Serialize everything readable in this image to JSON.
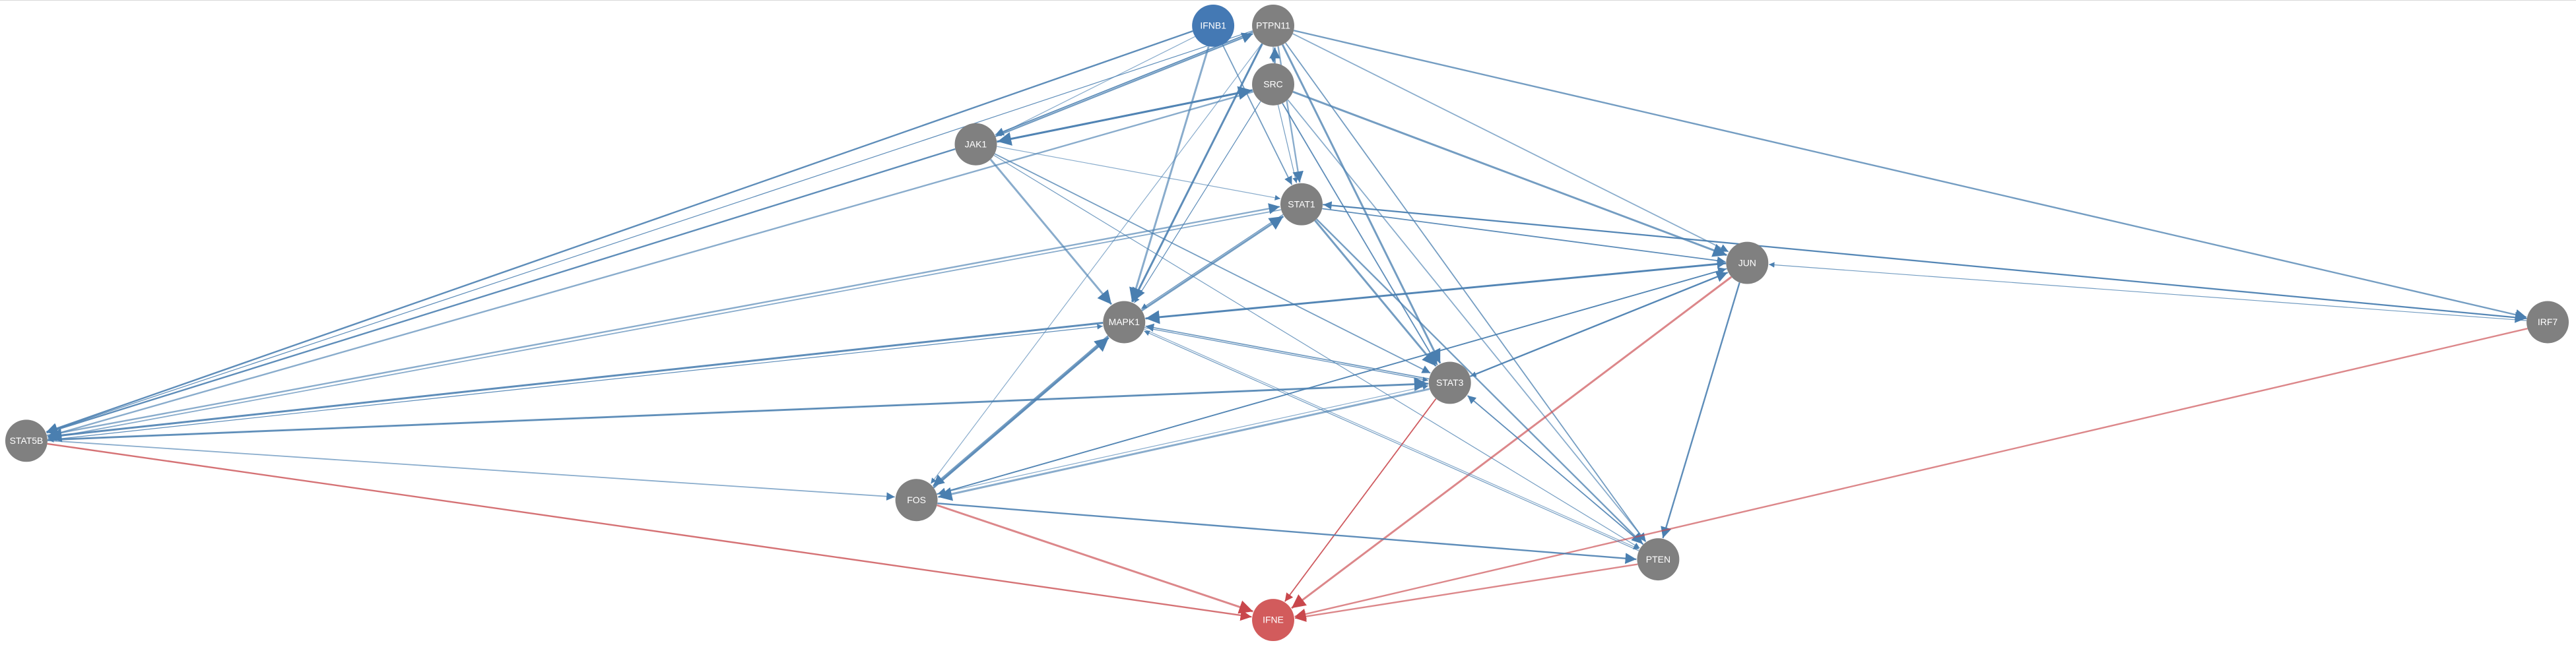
{
  "colors": {
    "default_node": "#808080",
    "source_node": "#4479b4",
    "target_node": "#d25b5c",
    "activation_edge": "#4a7fb0",
    "inhibition_edge": "#c9474c",
    "label": "#ffffff"
  },
  "nodes": [
    {
      "id": "IFNB1",
      "label": "IFNB1",
      "role": "source"
    },
    {
      "id": "PTPN11",
      "label": "PTPN11",
      "role": "default"
    },
    {
      "id": "SRC",
      "label": "SRC",
      "role": "default"
    },
    {
      "id": "JAK1",
      "label": "JAK1",
      "role": "default"
    },
    {
      "id": "STAT1",
      "label": "STAT1",
      "role": "default"
    },
    {
      "id": "JUN",
      "label": "JUN",
      "role": "default"
    },
    {
      "id": "IRF7",
      "label": "IRF7",
      "role": "default"
    },
    {
      "id": "MAPK1",
      "label": "MAPK1",
      "role": "default"
    },
    {
      "id": "STAT3",
      "label": "STAT3",
      "role": "default"
    },
    {
      "id": "STAT5B",
      "label": "STAT5B",
      "role": "default"
    },
    {
      "id": "FOS",
      "label": "FOS",
      "role": "default"
    },
    {
      "id": "PTEN",
      "label": "PTEN",
      "role": "default"
    },
    {
      "id": "IFNE",
      "label": "IFNE",
      "role": "target"
    }
  ],
  "edges": [
    {
      "from": "IFNB1",
      "to": "JAK1",
      "type": "activation"
    },
    {
      "from": "IFNB1",
      "to": "STAT1",
      "type": "activation"
    },
    {
      "from": "IFNB1",
      "to": "STAT5B",
      "type": "activation"
    },
    {
      "from": "IFNB1",
      "to": "MAPK1",
      "type": "activation"
    },
    {
      "from": "PTPN11",
      "to": "SRC",
      "type": "activation"
    },
    {
      "from": "PTPN11",
      "to": "JAK1",
      "type": "activation"
    },
    {
      "from": "PTPN11",
      "to": "STAT1",
      "type": "activation"
    },
    {
      "from": "PTPN11",
      "to": "STAT3",
      "type": "activation"
    },
    {
      "from": "PTPN11",
      "to": "STAT5B",
      "type": "activation"
    },
    {
      "from": "PTPN11",
      "to": "JUN",
      "type": "activation"
    },
    {
      "from": "PTPN11",
      "to": "IRF7",
      "type": "activation"
    },
    {
      "from": "PTPN11",
      "to": "MAPK1",
      "type": "activation"
    },
    {
      "from": "PTPN11",
      "to": "FOS",
      "type": "activation"
    },
    {
      "from": "PTPN11",
      "to": "PTEN",
      "type": "activation"
    },
    {
      "from": "SRC",
      "to": "PTPN11",
      "type": "activation"
    },
    {
      "from": "SRC",
      "to": "JAK1",
      "type": "activation"
    },
    {
      "from": "SRC",
      "to": "STAT1",
      "type": "activation"
    },
    {
      "from": "SRC",
      "to": "STAT3",
      "type": "activation"
    },
    {
      "from": "SRC",
      "to": "STAT5B",
      "type": "activation"
    },
    {
      "from": "SRC",
      "to": "JUN",
      "type": "activation"
    },
    {
      "from": "SRC",
      "to": "MAPK1",
      "type": "activation"
    },
    {
      "from": "SRC",
      "to": "PTEN",
      "type": "activation"
    },
    {
      "from": "JAK1",
      "to": "PTPN11",
      "type": "activation"
    },
    {
      "from": "JAK1",
      "to": "SRC",
      "type": "activation"
    },
    {
      "from": "JAK1",
      "to": "STAT1",
      "type": "activation"
    },
    {
      "from": "JAK1",
      "to": "STAT3",
      "type": "activation"
    },
    {
      "from": "JAK1",
      "to": "STAT5B",
      "type": "activation"
    },
    {
      "from": "JAK1",
      "to": "MAPK1",
      "type": "activation"
    },
    {
      "from": "JAK1",
      "to": "PTEN",
      "type": "activation"
    },
    {
      "from": "STAT1",
      "to": "JUN",
      "type": "activation"
    },
    {
      "from": "STAT1",
      "to": "IRF7",
      "type": "activation"
    },
    {
      "from": "STAT1",
      "to": "STAT3",
      "type": "activation"
    },
    {
      "from": "STAT1",
      "to": "MAPK1",
      "type": "activation"
    },
    {
      "from": "STAT1",
      "to": "STAT5B",
      "type": "activation"
    },
    {
      "from": "STAT1",
      "to": "PTEN",
      "type": "activation"
    },
    {
      "from": "JUN",
      "to": "MAPK1",
      "type": "activation"
    },
    {
      "from": "JUN",
      "to": "STAT3",
      "type": "activation"
    },
    {
      "from": "JUN",
      "to": "FOS",
      "type": "activation"
    },
    {
      "from": "JUN",
      "to": "PTEN",
      "type": "activation"
    },
    {
      "from": "JUN",
      "to": "IFNE",
      "type": "inhibition"
    },
    {
      "from": "IRF7",
      "to": "JUN",
      "type": "activation"
    },
    {
      "from": "IRF7",
      "to": "STAT1",
      "type": "activation"
    },
    {
      "from": "IRF7",
      "to": "IFNE",
      "type": "inhibition"
    },
    {
      "from": "MAPK1",
      "to": "STAT1",
      "type": "activation"
    },
    {
      "from": "MAPK1",
      "to": "STAT3",
      "type": "activation"
    },
    {
      "from": "MAPK1",
      "to": "JUN",
      "type": "activation"
    },
    {
      "from": "MAPK1",
      "to": "FOS",
      "type": "activation"
    },
    {
      "from": "MAPK1",
      "to": "STAT5B",
      "type": "activation"
    },
    {
      "from": "MAPK1",
      "to": "PTEN",
      "type": "activation"
    },
    {
      "from": "STAT3",
      "to": "MAPK1",
      "type": "activation"
    },
    {
      "from": "STAT3",
      "to": "JUN",
      "type": "activation"
    },
    {
      "from": "STAT3",
      "to": "FOS",
      "type": "activation"
    },
    {
      "from": "STAT3",
      "to": "STAT5B",
      "type": "activation"
    },
    {
      "from": "STAT3",
      "to": "IFNE",
      "type": "inhibition"
    },
    {
      "from": "STAT5B",
      "to": "STAT1",
      "type": "activation"
    },
    {
      "from": "STAT5B",
      "to": "STAT3",
      "type": "activation"
    },
    {
      "from": "STAT5B",
      "to": "MAPK1",
      "type": "activation"
    },
    {
      "from": "STAT5B",
      "to": "FOS",
      "type": "activation"
    },
    {
      "from": "STAT5B",
      "to": "IFNE",
      "type": "inhibition"
    },
    {
      "from": "FOS",
      "to": "MAPK1",
      "type": "activation"
    },
    {
      "from": "FOS",
      "to": "STAT3",
      "type": "activation"
    },
    {
      "from": "FOS",
      "to": "JUN",
      "type": "activation"
    },
    {
      "from": "FOS",
      "to": "PTEN",
      "type": "activation"
    },
    {
      "from": "FOS",
      "to": "IFNE",
      "type": "inhibition"
    },
    {
      "from": "PTEN",
      "to": "MAPK1",
      "type": "activation"
    },
    {
      "from": "PTEN",
      "to": "STAT3",
      "type": "activation"
    },
    {
      "from": "PTEN",
      "to": "IFNE",
      "type": "inhibition"
    }
  ]
}
